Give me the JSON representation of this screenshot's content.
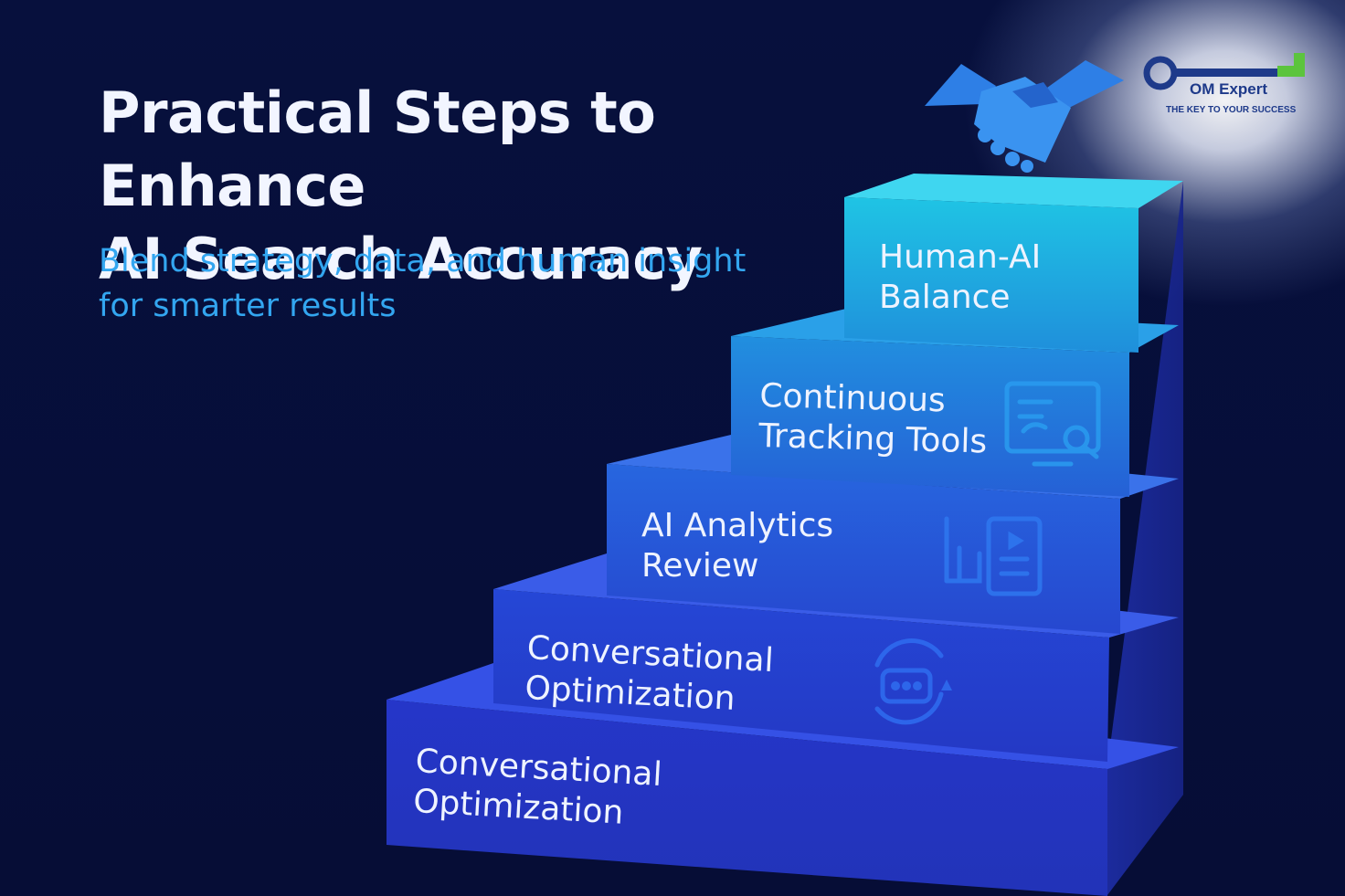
{
  "header": {
    "title_line1": "Practical Steps to Enhance",
    "title_line2": "AI Search Accuracy",
    "subtitle_line1": "Blend strategy, data, and human insight",
    "subtitle_line2": "for smarter results"
  },
  "steps": [
    {
      "label": "Conversational\nOptimization",
      "icon": "none"
    },
    {
      "label": "Conversational\nOptimization",
      "icon": "chat-cycle-icon"
    },
    {
      "label": "AI Analytics\nReview",
      "icon": "analytics-icon"
    },
    {
      "label": "Continuous\nTracking Tools",
      "icon": "tracking-monitor-icon"
    },
    {
      "label": "Human-AI\nBalance",
      "icon": "none"
    }
  ],
  "logo": {
    "name": "OM Expert",
    "tagline": "THE KEY TO YOUR SUCCESS"
  },
  "decor": {
    "top_icon": "handshake-icon"
  },
  "colors": {
    "background": "#07103d",
    "title": "#f2f5ff",
    "subtitle": "#33a6f0",
    "step_bottom": "#2a3fd8",
    "step_top": "#22c4e8"
  }
}
